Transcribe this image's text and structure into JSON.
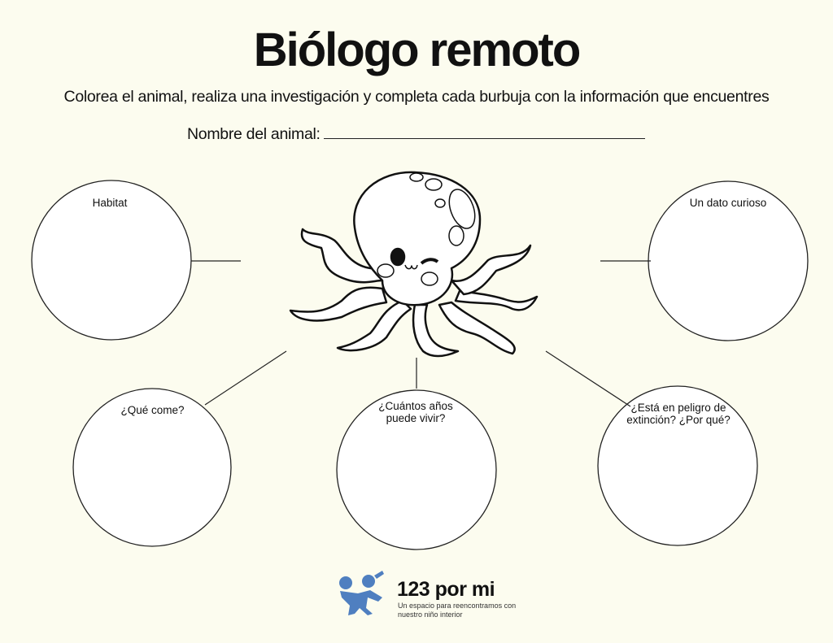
{
  "title": "Biólogo remoto",
  "subtitle": "Colorea el animal, realiza una investigación y completa cada burbuja con la información que encuentres",
  "name_field": {
    "label": "Nombre del animal:"
  },
  "bubbles": [
    {
      "label": "Habitat"
    },
    {
      "label": "Un dato curioso"
    },
    {
      "label": "¿Qué come?"
    },
    {
      "label": "¿Cuántos años puede vivir?"
    },
    {
      "label": "¿Está en peligro de extinción? ¿Por qué?"
    }
  ],
  "footer": {
    "brand": "123 por mi",
    "tagline": "Un espacio para reencontramos con nuestro niño interior",
    "logo_color": "#4f7fc0"
  },
  "icons": {
    "center_image": "octopus-illustration",
    "logo": "two-kids-dancing-icon"
  }
}
